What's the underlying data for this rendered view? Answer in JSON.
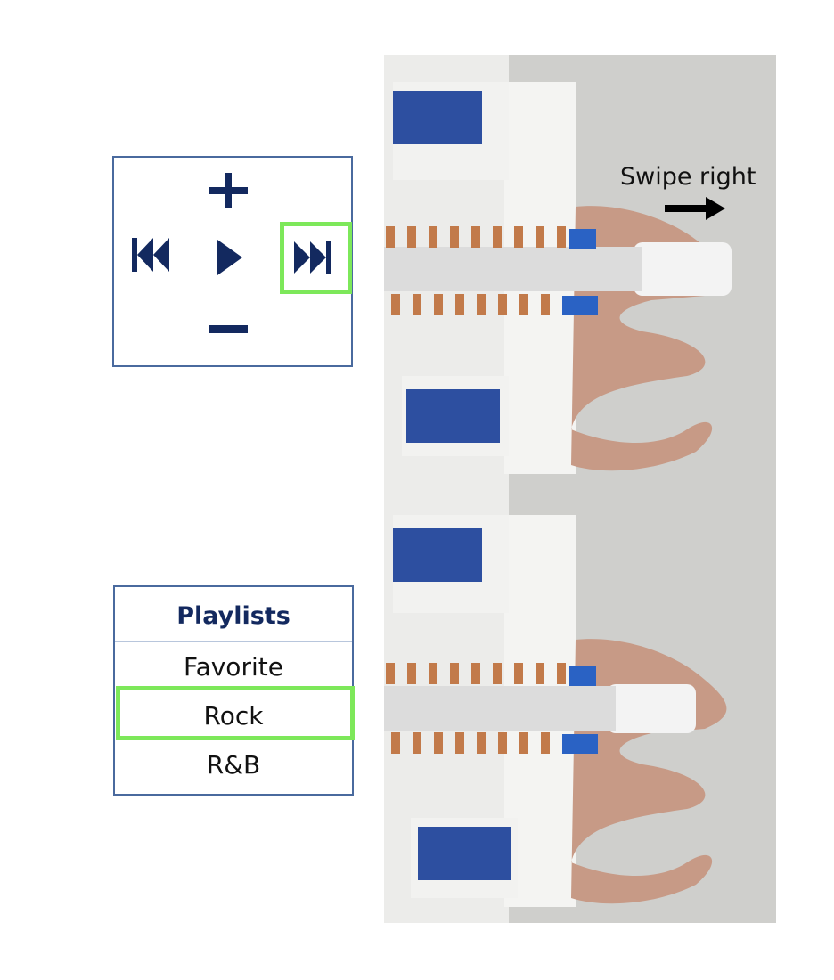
{
  "media_controls": {
    "buttons": [
      {
        "name": "volume-up",
        "icon": "plus-icon"
      },
      {
        "name": "previous-track",
        "icon": "skip-back-icon"
      },
      {
        "name": "play",
        "icon": "play-icon"
      },
      {
        "name": "next-track",
        "icon": "skip-forward-icon",
        "highlighted": true
      },
      {
        "name": "volume-down",
        "icon": "minus-icon"
      }
    ],
    "icon_color": "#13295f",
    "highlight_color": "#7de85a"
  },
  "gesture": {
    "label": "Swipe right",
    "arrow_icon": "arrow-right-icon"
  },
  "playlist": {
    "title": "Playlists",
    "items": [
      "Favorite",
      "Rock",
      "R&B"
    ],
    "selected": "Rock"
  },
  "photos": [
    {
      "subject": "ring-sensor-photo-top"
    },
    {
      "subject": "ring-sensor-photo-bottom"
    }
  ]
}
